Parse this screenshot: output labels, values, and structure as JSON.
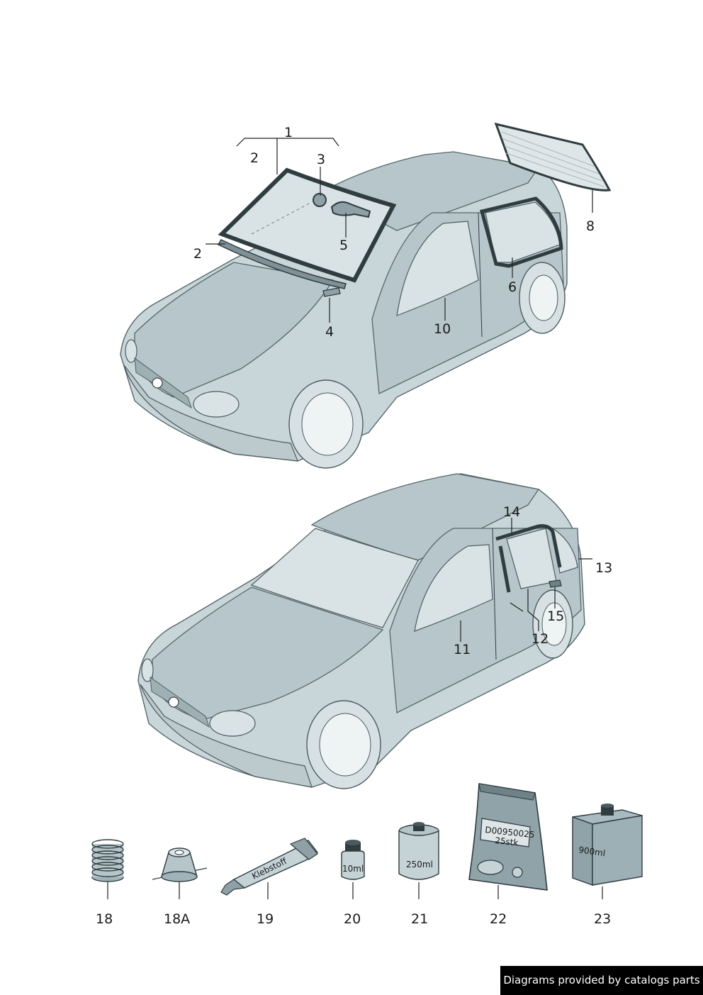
{
  "callouts": {
    "c1": "1",
    "c2a": "2",
    "c2b": "2",
    "c3": "3",
    "c4": "4",
    "c5": "5",
    "c6": "6",
    "c8": "8",
    "c10": "10",
    "c11": "11",
    "c12": "12",
    "c13": "13",
    "c14": "14",
    "c15": "15",
    "c18": "18",
    "c18a": "18A",
    "c19": "19",
    "c20": "20",
    "c21": "21",
    "c22": "22",
    "c23": "23"
  },
  "packages": {
    "tube_label": "Klebstoff",
    "bottle_small_label": "10ml",
    "can_label": "250ml",
    "bag_label_line1": "D00950025",
    "bag_label_line2": "25stk",
    "box_label": "900ml"
  },
  "footer": {
    "credit": "Diagrams provided by catalogs parts"
  }
}
